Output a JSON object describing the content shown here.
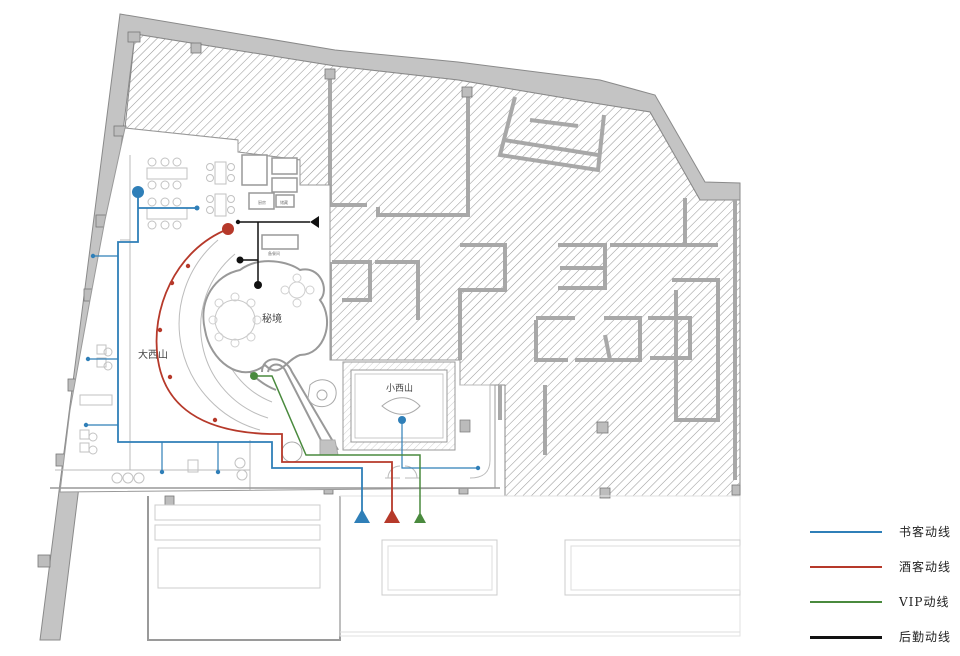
{
  "legend": {
    "items": [
      {
        "label": "书客动线",
        "color": "#2f7fb8"
      },
      {
        "label": "酒客动线",
        "color": "#b6392a"
      },
      {
        "label": "VIP动线",
        "color": "#4a8a3e"
      },
      {
        "label": "后勤动线",
        "color": "#111111"
      }
    ]
  },
  "rooms": {
    "secret_room": "秘境",
    "big_xishan": "大西山",
    "small_xishan": "小西山"
  },
  "colors": {
    "wall": "#c4c4c4",
    "wall_stroke": "#8a8a8a",
    "hatch": "#9a9a9a",
    "furniture": "#b8b8b8",
    "book_route": "#2f7fb8",
    "wine_route": "#b6392a",
    "vip_route": "#4a8a3e",
    "service_route": "#111111"
  }
}
